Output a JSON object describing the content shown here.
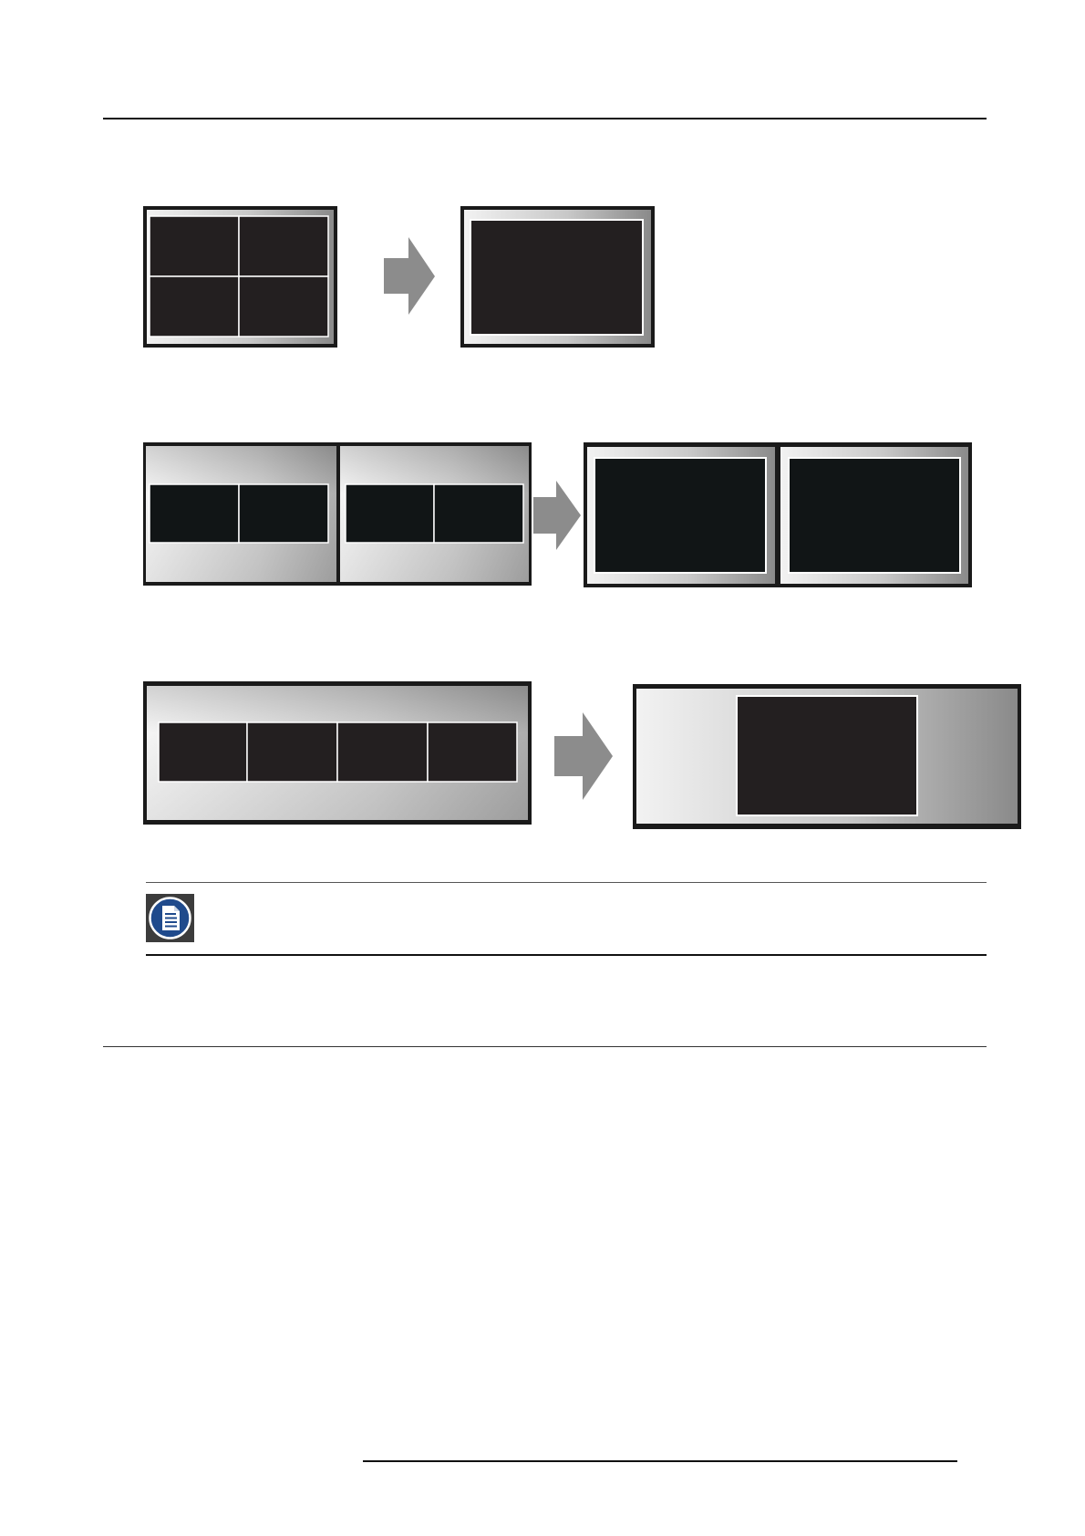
{
  "page": {
    "title": "",
    "footer_text": ""
  },
  "figures": [
    {
      "name": "quad-to-single",
      "from_panels": 4,
      "to_panels": 1,
      "arrow_color": "#8c8c8c"
    },
    {
      "name": "dual-split-to-dual",
      "from_panels": 4,
      "to_panels": 2,
      "arrow_color": "#8c8c8c"
    },
    {
      "name": "four-wide-to-single",
      "from_panels": 4,
      "to_panels": 1,
      "arrow_color": "#8c8c8c"
    }
  ],
  "note": {
    "icon": "document-note-icon",
    "text": ""
  },
  "colors": {
    "panel_dark": "#231f20",
    "panel_black": "#111516",
    "bezel_outer": "#1a1a1a",
    "icon_blue": "#1f4a8c"
  }
}
